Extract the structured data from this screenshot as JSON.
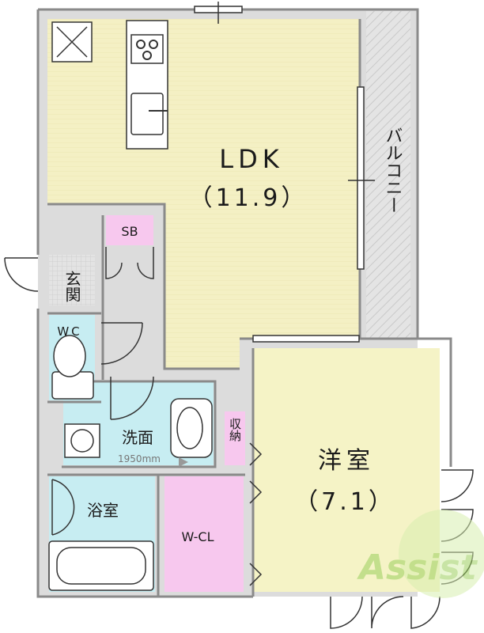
{
  "rooms": {
    "ldk": {
      "name": "LDK",
      "size": "（11.9）"
    },
    "western": {
      "name": "洋室",
      "size": "（7.1）"
    },
    "balcony": "バルコニー",
    "sb": "SB",
    "entrance": "玄関",
    "wc": "WC",
    "washroom": "洗面",
    "washroom_width": "1950mm",
    "storage": "収納",
    "bath": "浴室",
    "wcl": "W-CL"
  },
  "watermark": "Assist",
  "colors": {
    "ldk_floor": "#f4f0c4",
    "western_floor": "#f5f3c6",
    "wet_area": "#c7edf2",
    "closet": "#f7c8ee",
    "circulation": "#dcdcdc",
    "balcony": "#e4e4e4",
    "wall": "#8a8a8a",
    "watermark": "#b8e08a"
  }
}
